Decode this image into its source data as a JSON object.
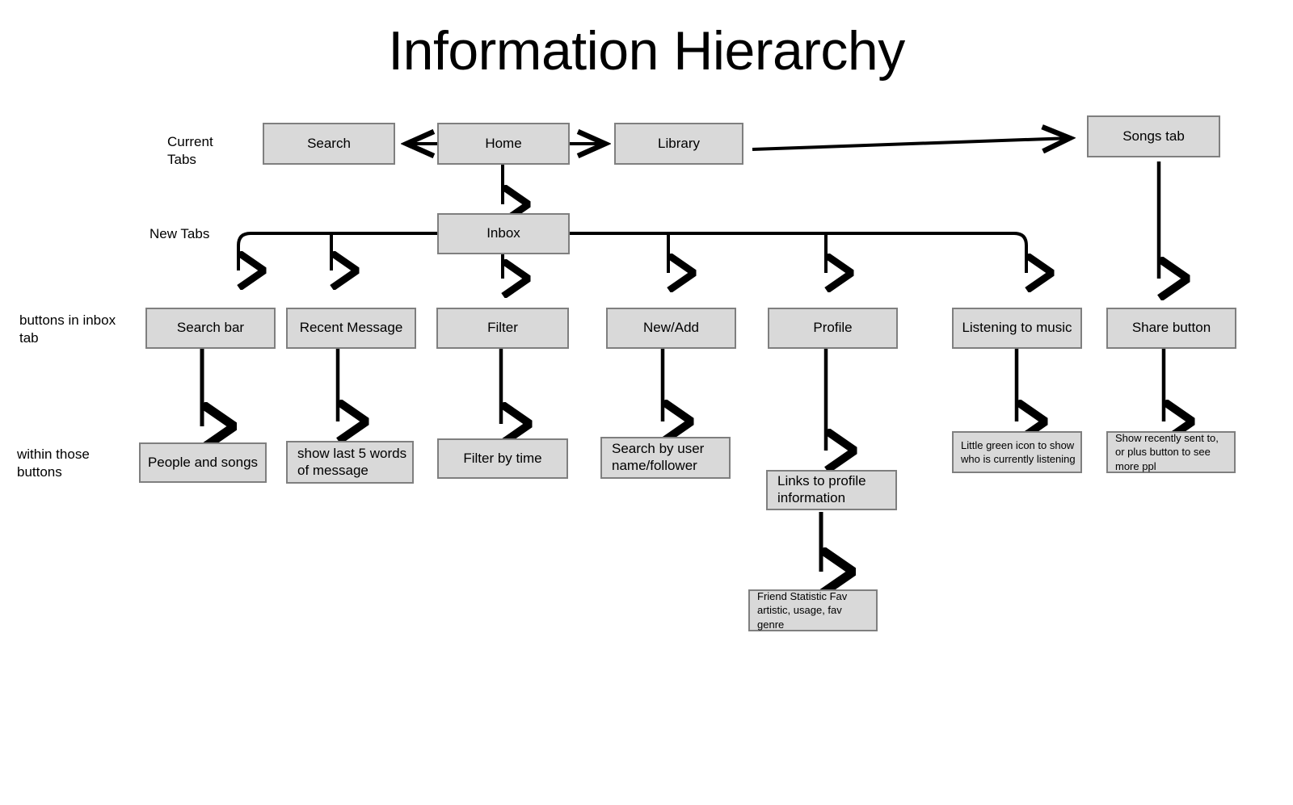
{
  "page": {
    "title": "Information Hierarchy",
    "background_color": "#ffffff",
    "node_fill": "#d9d9d9",
    "node_border": "#7f7f7f",
    "connector_color": "#000000"
  },
  "row_labels": [
    {
      "id": "current-tabs",
      "text": "Current\nTabs"
    },
    {
      "id": "new-tabs",
      "text": "New Tabs"
    },
    {
      "id": "buttons-in-inbox-tab",
      "text": "buttons in inbox\ntab"
    },
    {
      "id": "within-those-buttons",
      "text": "within those\n buttons"
    }
  ],
  "nodes": {
    "search": "Search",
    "home": "Home",
    "library": "Library",
    "songs_tab": "Songs tab",
    "inbox": "Inbox",
    "search_bar": "Search bar",
    "recent_message": "Recent Message",
    "filter": "Filter",
    "new_add": "New/Add",
    "profile": "Profile",
    "listening_to_music": "Listening to music",
    "share_button": "Share button",
    "people_and_songs": "People and songs",
    "show_last_5_words": "show last 5 words\nof message",
    "filter_by_time": "Filter by time",
    "search_by_user": "Search by user\nname/follower",
    "links_to_profile": "Links to profile\ninformation",
    "little_green_icon": "Little green icon\nto show who is\ncurrently listening",
    "show_recently": "Show recently\nsent to, or plus button\nto see more ppl",
    "friend_statistic": "Friend Statistic\nFav artistic,\nusage, fav genre"
  },
  "chart_data": {
    "type": "diagram",
    "title": "Information Hierarchy",
    "layers": [
      {
        "label": "Current Tabs",
        "nodes": [
          "Search",
          "Home",
          "Library",
          "Songs tab"
        ]
      },
      {
        "label": "New Tabs",
        "nodes": [
          "Inbox"
        ]
      },
      {
        "label": "buttons in inbox tab",
        "nodes": [
          "Search bar",
          "Recent Message",
          "Filter",
          "New/Add",
          "Profile",
          "Listening to music",
          "Share button"
        ]
      },
      {
        "label": "within those buttons",
        "nodes": [
          "People and songs",
          "show last 5 words of message",
          "Filter by time",
          "Search by user name/follower",
          "Links to profile information",
          "Little green icon to show who is currently listening",
          "Show recently sent to, or plus button to see more ppl"
        ]
      },
      {
        "label": "",
        "nodes": [
          "Friend Statistic Fav artistic, usage, fav genre"
        ]
      }
    ],
    "edges": [
      {
        "from": "Home",
        "to": "Search",
        "direction": "left"
      },
      {
        "from": "Home",
        "to": "Library",
        "direction": "right"
      },
      {
        "from": "Library",
        "to": "Songs tab",
        "direction": "right"
      },
      {
        "from": "Home",
        "to": "Inbox",
        "direction": "down"
      },
      {
        "from": "Inbox",
        "to": "Search bar",
        "direction": "down"
      },
      {
        "from": "Inbox",
        "to": "Recent Message",
        "direction": "down"
      },
      {
        "from": "Inbox",
        "to": "Filter",
        "direction": "down"
      },
      {
        "from": "Inbox",
        "to": "New/Add",
        "direction": "down"
      },
      {
        "from": "Inbox",
        "to": "Profile",
        "direction": "down"
      },
      {
        "from": "Inbox",
        "to": "Listening to music",
        "direction": "down"
      },
      {
        "from": "Songs tab",
        "to": "Share button",
        "direction": "down"
      },
      {
        "from": "Search bar",
        "to": "People and songs",
        "direction": "down"
      },
      {
        "from": "Recent Message",
        "to": "show last 5 words of message",
        "direction": "down"
      },
      {
        "from": "Filter",
        "to": "Filter by time",
        "direction": "down"
      },
      {
        "from": "New/Add",
        "to": "Search by user name/follower",
        "direction": "down"
      },
      {
        "from": "Profile",
        "to": "Links to profile information",
        "direction": "down"
      },
      {
        "from": "Listening to music",
        "to": "Little green icon to show who is currently listening",
        "direction": "down"
      },
      {
        "from": "Share button",
        "to": "Show recently sent to, or plus button to see more ppl",
        "direction": "down"
      },
      {
        "from": "Links to profile information",
        "to": "Friend Statistic Fav artistic, usage, fav genre",
        "direction": "down"
      }
    ]
  }
}
